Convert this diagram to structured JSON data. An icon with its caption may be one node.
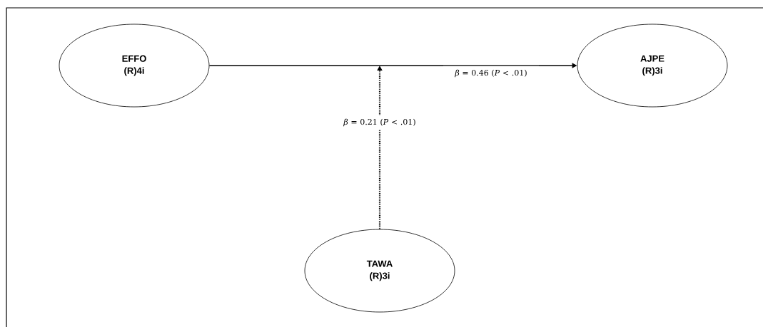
{
  "diagram": {
    "nodes": [
      {
        "text": [
          "EFFO",
          "(R)4i"
        ]
      },
      {
        "text": [
          "AJPE",
          "(R)3i"
        ]
      },
      {
        "text": [
          "TAWA",
          "(R)3i"
        ]
      }
    ],
    "edges": [
      {
        "from": 0,
        "to": 1,
        "arrow": "to",
        "label": "*β* = 0.46 (*P* < .01)"
      },
      {
        "from": 2,
        "to": null,
        "arrow": "to",
        "style": "dashed",
        "label": "*β* = 0.21 (*P* < .01)"
      }
    ]
  }
}
